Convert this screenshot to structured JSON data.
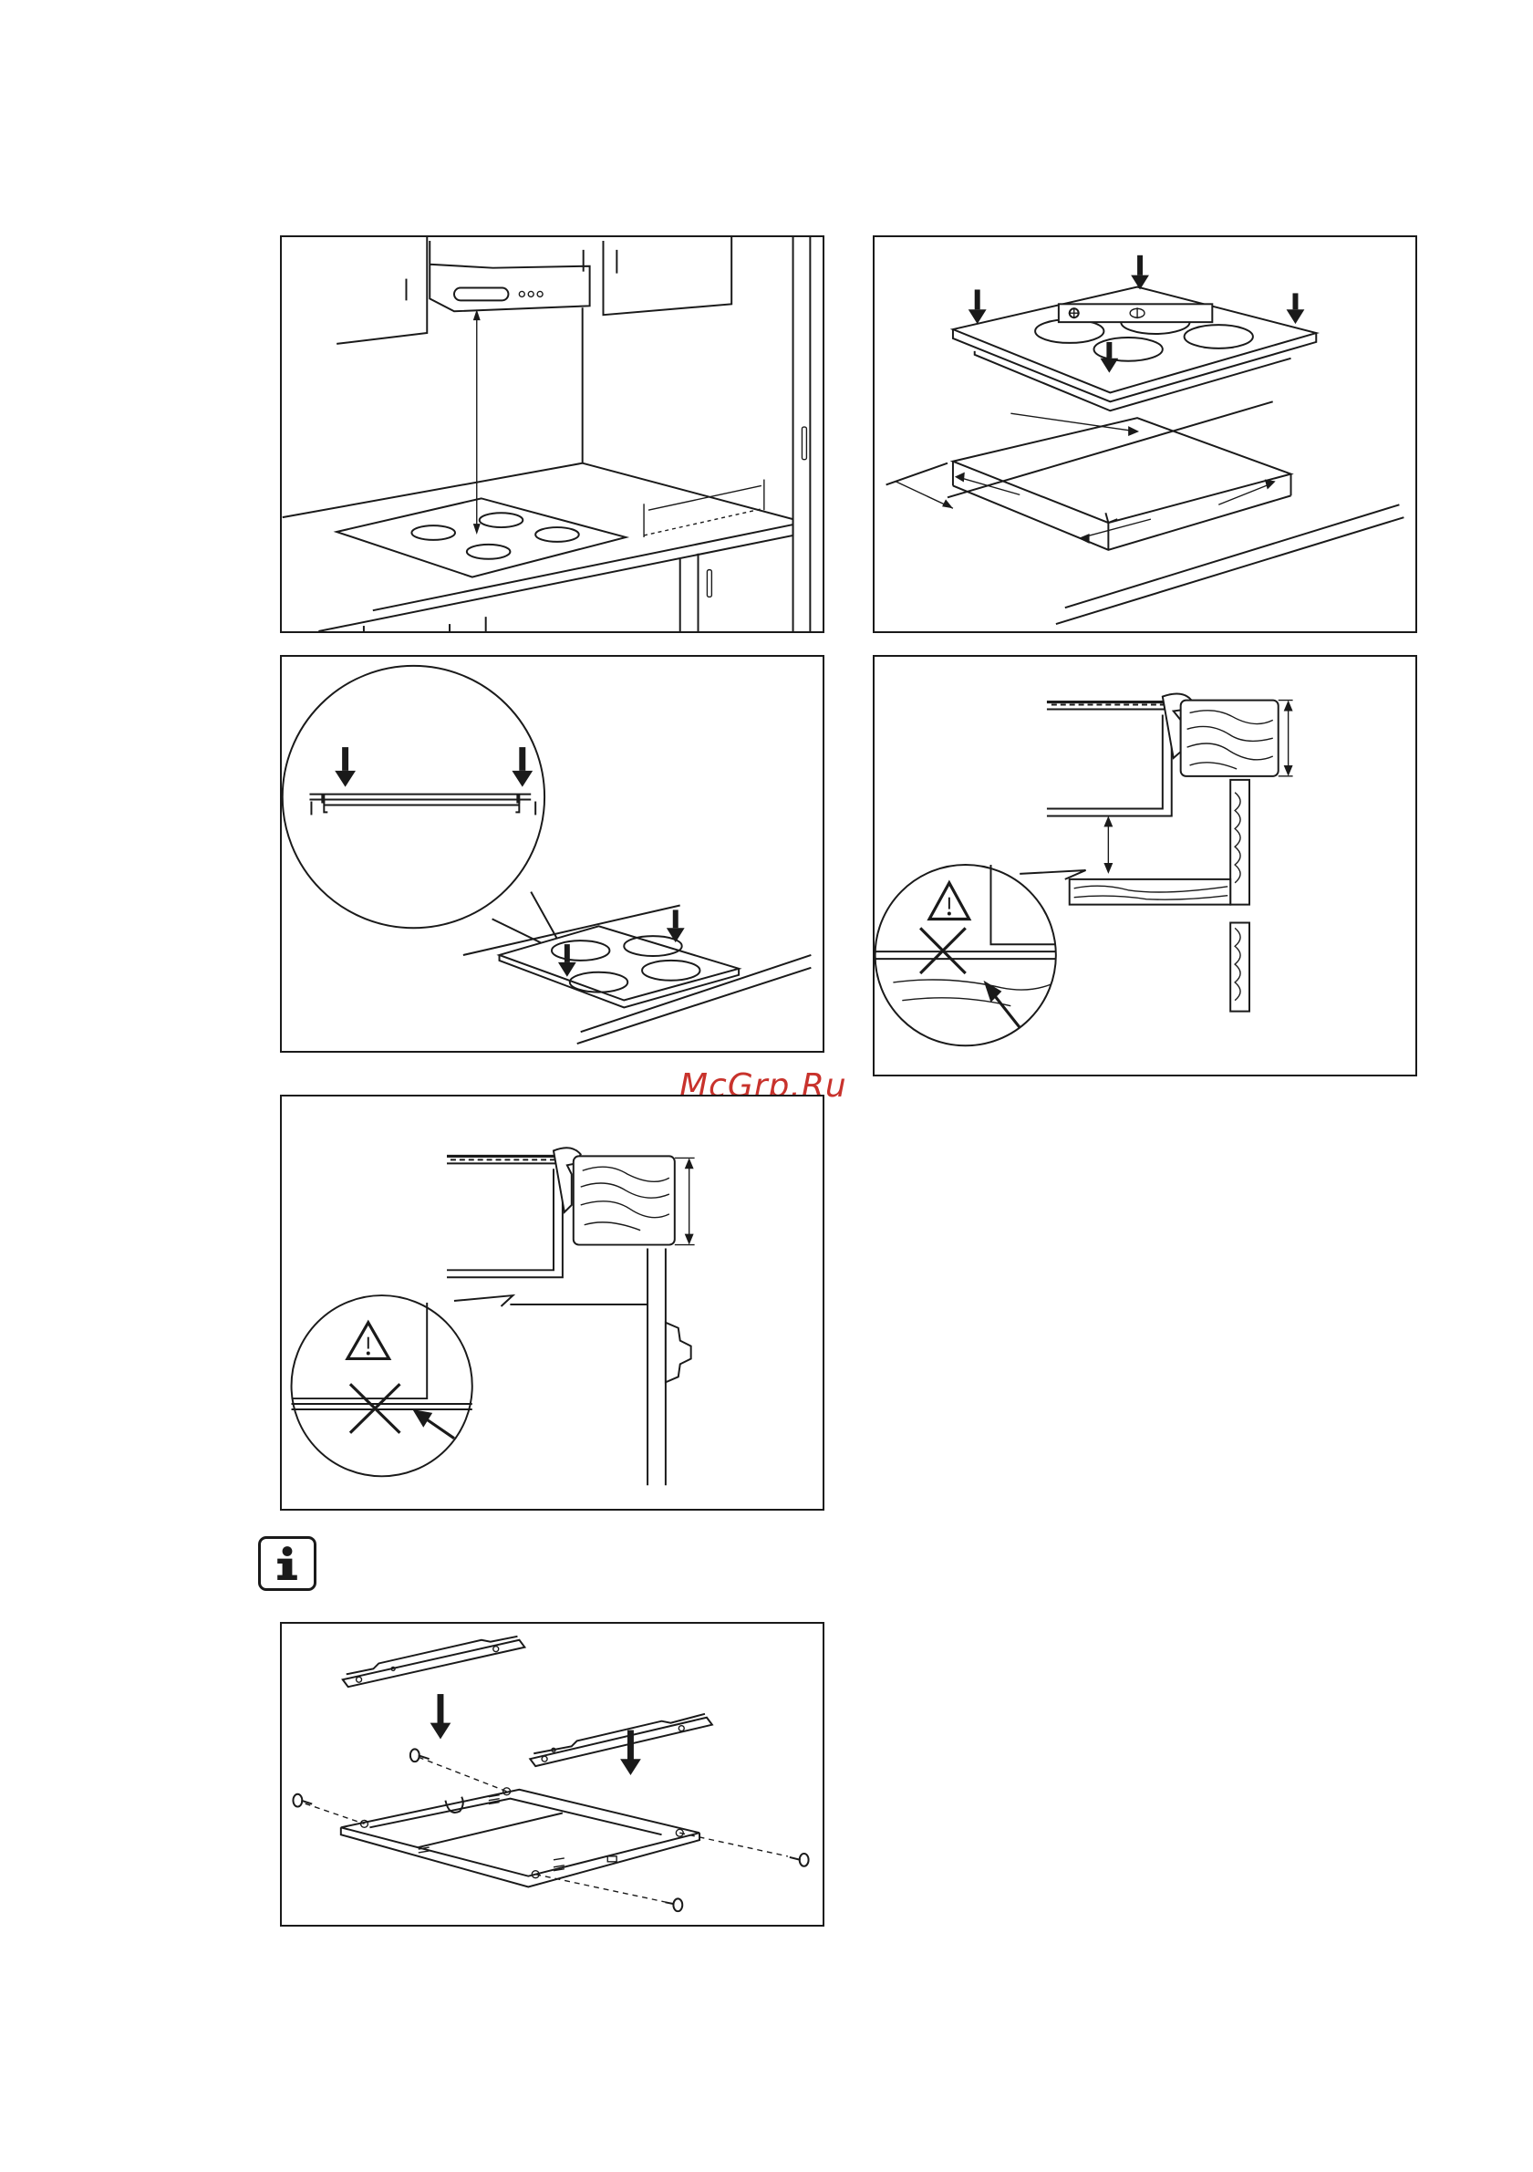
{
  "page": {
    "watermark": "McGrp.Ru"
  },
  "figures": [
    {
      "id": "hood-clearance",
      "icons": [
        "kitchen-hood-icon",
        "hob-icon",
        "dimension-arrow-icon"
      ]
    },
    {
      "id": "hob-cutout",
      "icons": [
        "hob-icon",
        "spirit-level-icon",
        "down-arrow-icon"
      ]
    },
    {
      "id": "hob-press-in",
      "icons": [
        "magnifier-detail-icon",
        "down-arrow-icon"
      ]
    },
    {
      "id": "worktop-section-drawer",
      "icons": [
        "warning-triangle-icon",
        "cross-icon",
        "arrow-icon"
      ]
    },
    {
      "id": "worktop-section-oven",
      "icons": [
        "warning-triangle-icon",
        "cross-icon",
        "arrow-icon"
      ]
    },
    {
      "id": "protection-box",
      "icons": [
        "screw-icon",
        "down-arrow-icon"
      ]
    }
  ],
  "info": {
    "icon": "info-icon"
  }
}
